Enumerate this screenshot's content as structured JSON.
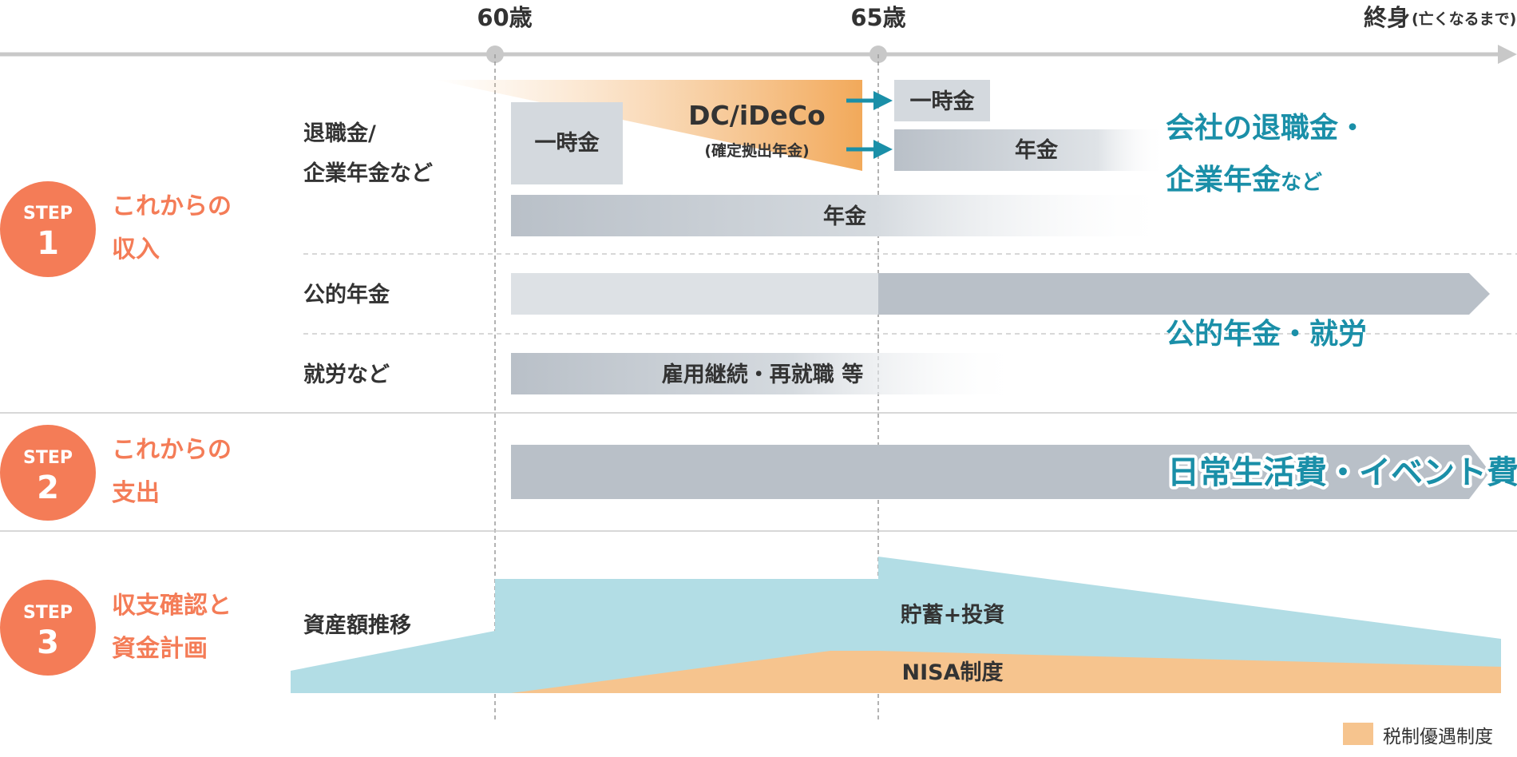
{
  "timeline": {
    "age60": "60歳",
    "age65": "65歳",
    "end_main": "終身",
    "end_sub": "(亡くなるまで)"
  },
  "step1": {
    "badge_word": "STEP",
    "number": "1",
    "title_line1": "これからの",
    "title_line2": "収入",
    "rows": {
      "retirement_label_line1": "退職金/",
      "retirement_label_line2": "企業年金など",
      "public_pension_label": "公的年金",
      "work_label": "就労など"
    },
    "bars": {
      "lump_sum_left": "一時金",
      "dc_title": "DC/iDeCo",
      "dc_sub": "(確定拠出年金)",
      "lump_sum_right": "一時金",
      "pension_right": "年金",
      "pension_wide": "年金",
      "work_bar": "雇用継続・再就職 等"
    },
    "callouts": {
      "company_line1": "会社の退職金・",
      "company_line2_main": "企業年金",
      "company_line2_sub": "など",
      "public": "公的年金・就労"
    }
  },
  "step2": {
    "badge_word": "STEP",
    "number": "2",
    "title_line1": "これからの",
    "title_line2": "支出",
    "callout": "日常生活費・イベント費"
  },
  "step3": {
    "badge_word": "STEP",
    "number": "3",
    "title_line1": "収支確認と",
    "title_line2": "資金計画",
    "row_label": "資産額推移",
    "savings_label": "貯蓄+投資",
    "nisa_label": "NISA制度"
  },
  "legend": {
    "label": "税制優遇制度",
    "color": "#f6c48e"
  },
  "colors": {
    "accent_orange": "#f47c57",
    "accent_teal": "#1a8fa8",
    "bar_gray": "#b9c0c8",
    "savings_blue": "#b2dde5",
    "tax_orange": "#f6c48e"
  }
}
